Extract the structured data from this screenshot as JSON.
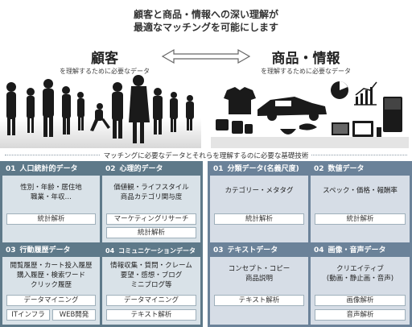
{
  "headline": {
    "line1": "顧客と商品・情報への深い理解が",
    "line2": "最適なマッチングを可能にします"
  },
  "left_side": {
    "title": "顧客",
    "subtitle": "を理解するために必要なデータ"
  },
  "right_side": {
    "title": "商品・情報",
    "subtitle": "を理解するために必要なデータ"
  },
  "band_label": "マッチングに必要なデータとそれらを理解するのに必要な基礎技術",
  "left_cells": [
    {
      "num": "01",
      "title": "人口統計的データ",
      "lines": [
        "性別・年齢・居住地",
        "職業・年収…"
      ],
      "tags": [
        "統計解析"
      ]
    },
    {
      "num": "02",
      "title": "心理的データ",
      "lines": [
        "価値観・ライフスタイル",
        "商品カテゴリ関与度"
      ],
      "tags": [
        "マーケティングリサーチ",
        "統計解析"
      ]
    },
    {
      "num": "03",
      "title": "行動履歴データ",
      "lines": [
        "閲覧履歴・カート投入履歴",
        "購入履歴・検索ワード",
        "クリック履歴"
      ],
      "tags": [
        "データマイニング",
        "ITインフラ",
        "WEB開発"
      ]
    },
    {
      "num": "04",
      "title": "コミュニケーションデータ",
      "lines": [
        "情報収集・質問・クレーム",
        "要望・感想・ブログ",
        "ミニブログ等"
      ],
      "tags": [
        "データマイニング",
        "テキスト解析"
      ]
    }
  ],
  "right_cells": [
    {
      "num": "01",
      "title": "分類データ(名義尺度)",
      "lines": [
        "カテゴリー・メタタグ"
      ],
      "tags": [
        "統計解析"
      ]
    },
    {
      "num": "02",
      "title": "数値データ",
      "lines": [
        "スペック・価格・報酬率"
      ],
      "tags": [
        "統計解析"
      ]
    },
    {
      "num": "03",
      "title": "テキストデータ",
      "lines": [
        "コンセプト・コピー",
        "商品説明"
      ],
      "tags": [
        "テキスト解析"
      ]
    },
    {
      "num": "04",
      "title": "画像・音声データ",
      "lines": [
        "クリエイティブ",
        "(動画・静止画・音声)"
      ],
      "tags": [
        "画像解析",
        "音声解析"
      ]
    }
  ],
  "colors": {
    "left_panel": "#5e7989",
    "right_panel": "#6b8299",
    "cell_bg": "#d9e2e8"
  }
}
